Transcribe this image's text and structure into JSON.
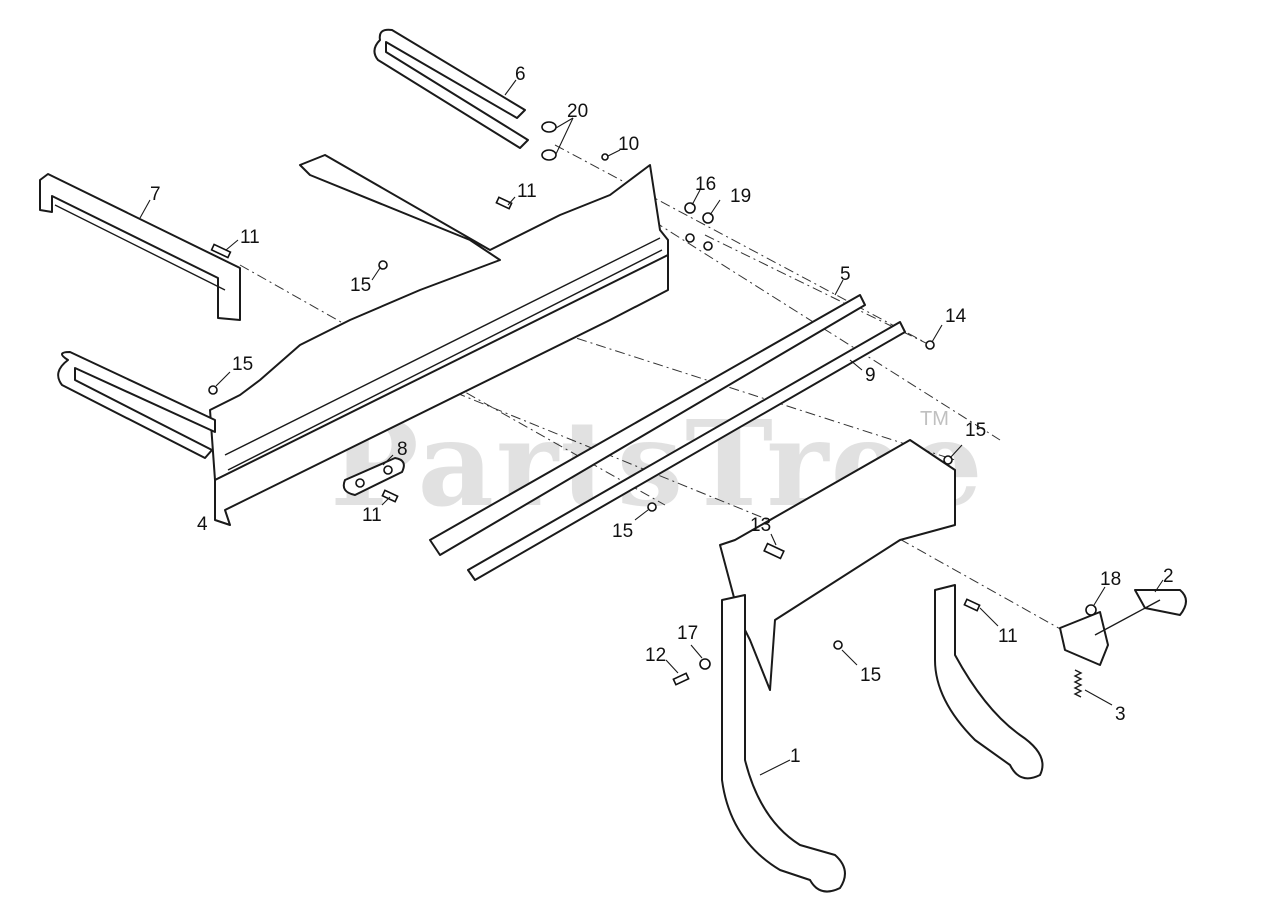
{
  "watermark": {
    "brand": "PartsTree",
    "trademark": "TM"
  },
  "callouts": [
    "6",
    "20",
    "10",
    "16",
    "19",
    "7",
    "11",
    "11",
    "15",
    "5",
    "14",
    "15",
    "9",
    "8",
    "11",
    "4",
    "15",
    "15",
    "13",
    "18",
    "2",
    "11",
    "12",
    "17",
    "15",
    "3",
    "1"
  ]
}
